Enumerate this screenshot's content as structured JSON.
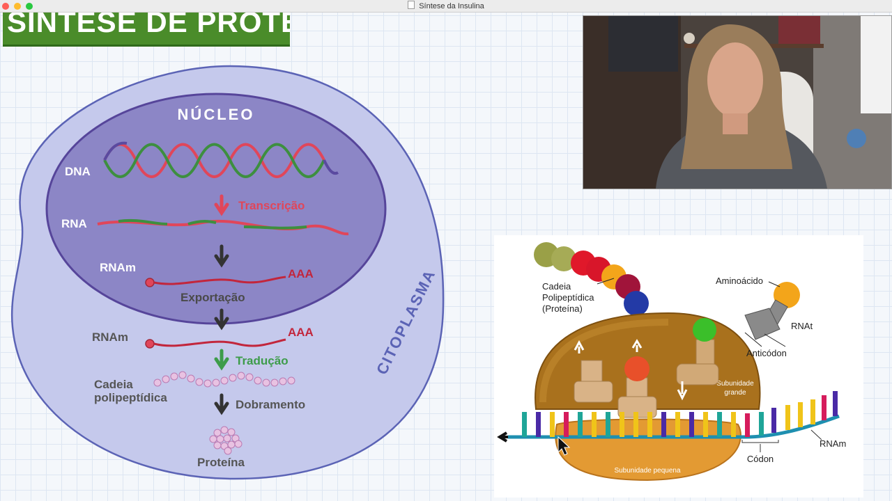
{
  "window": {
    "title": "Síntese da Insulina"
  },
  "banner": {
    "title": "SÍNTESE DE PROTEÍNAS"
  },
  "cell": {
    "nucleus_label": "NÚCLEO",
    "cytoplasm_label": "CITOPLASMA",
    "dna": "DNA",
    "rna": "RNA",
    "rnam_inside": "RNAm",
    "aaa_inside": "AAA",
    "transcription": "Transcrição",
    "export": "Exportação",
    "rnam_outside": "RNAm",
    "aaa_outside": "AAA",
    "translation": "Tradução",
    "chain_line1": "Cadeia",
    "chain_line2": "polipeptídica",
    "folding": "Dobramento",
    "protein": "Proteína"
  },
  "ribosome": {
    "chain_line1": "Cadeia",
    "chain_line2": "Polipeptídica",
    "chain_line3": "(Proteína)",
    "amino_acid": "Aminoácido",
    "trna": "RNAt",
    "anticodon": "Anticódon",
    "large_subunit_line1": "Subunidade",
    "large_subunit_line2": "grande",
    "small_subunit": "Subunidade pequena",
    "codon": "Códon",
    "mrna": "RNAm"
  },
  "colors": {
    "banner_green": "#4a8c2a",
    "nucleus": "#8c86c6",
    "cytoplasm": "#c5c9ec",
    "red_strand": "#e0465a",
    "green_strand": "#3d8f3f",
    "ribosome_brown": "#a9711d"
  }
}
